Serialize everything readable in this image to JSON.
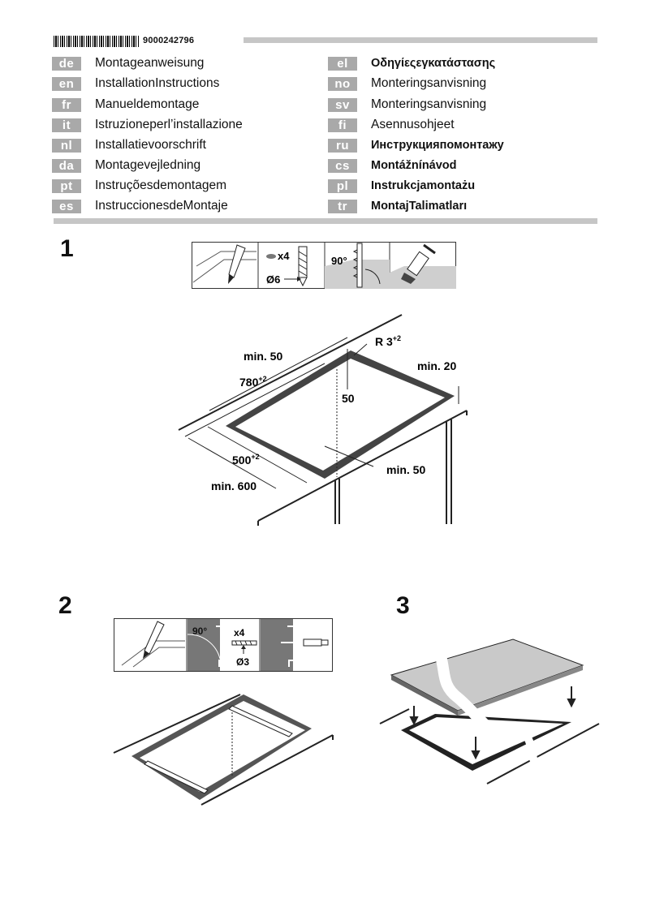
{
  "header": {
    "doc_number": "9000242796"
  },
  "languages_left": [
    {
      "code": "de",
      "text": "Montageanweisung"
    },
    {
      "code": "en",
      "text": "InstallationInstructions"
    },
    {
      "code": "fr",
      "text": "Manueldemontage"
    },
    {
      "code": "it",
      "text": "Istruzioneperl’installazione"
    },
    {
      "code": "nl",
      "text": "Installatievoorschrift"
    },
    {
      "code": "da",
      "text": "Montagevejledning"
    },
    {
      "code": "pt",
      "text": "Instruçõesdemontagem"
    },
    {
      "code": "es",
      "text": "InstruccionesdeMontaje"
    }
  ],
  "languages_right": [
    {
      "code": "el",
      "text": "Οδηγίεςεγκατάστασης"
    },
    {
      "code": "no",
      "text": "Monteringsanvisning"
    },
    {
      "code": "sv",
      "text": "Monteringsanvisning"
    },
    {
      "code": "fi",
      "text": "Asennusohjeet"
    },
    {
      "code": "ru",
      "text": "Инструкцияпомонтажу"
    },
    {
      "code": "cs",
      "text": "Montážnínávod"
    },
    {
      "code": "pl",
      "text": "Instrukcjamontażu"
    },
    {
      "code": "tr",
      "text": "MontajTalimatları"
    }
  ],
  "steps": {
    "step1": {
      "number": "1",
      "tools": {
        "drill_count": "x4",
        "drill_diameter": "Ø6",
        "angle": "90°"
      },
      "dims": {
        "min50_top": "min. 50",
        "width": "780",
        "width_tol": "+2",
        "radius": "R 3",
        "radius_tol": "+2",
        "min20": "min. 20",
        "depth50": "50",
        "depth": "500",
        "depth_tol": "+2",
        "min50_front": "min. 50",
        "min600": "min. 600"
      }
    },
    "step2": {
      "number": "2",
      "tools": {
        "angle": "90°",
        "screw_count": "x4",
        "screw_diameter": "Ø3"
      }
    },
    "step3": {
      "number": "3"
    }
  }
}
